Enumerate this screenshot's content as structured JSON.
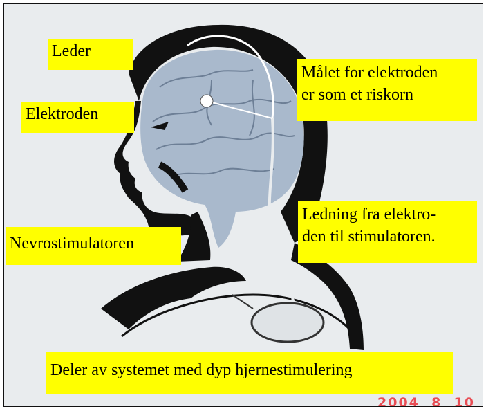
{
  "labels": {
    "leder": "Leder",
    "elektroden": "Elektroden",
    "target_line1": "Målet for elektroden",
    "target_line2": "er som et riskorn",
    "lead_line1": "Ledning fra elektro-",
    "lead_line2": "den til stimulatoren.",
    "nevrostimulator": "Nevrostimulatoren",
    "caption": "Deler av systemet med dyp hjernestimulering"
  },
  "date_stamp": "2004  8  10",
  "colors": {
    "label_background": "#ffff00",
    "stamp": "#e8323a",
    "brain": "#a9b9cc",
    "silhouette": "#111111",
    "background": "#e9ecee"
  }
}
